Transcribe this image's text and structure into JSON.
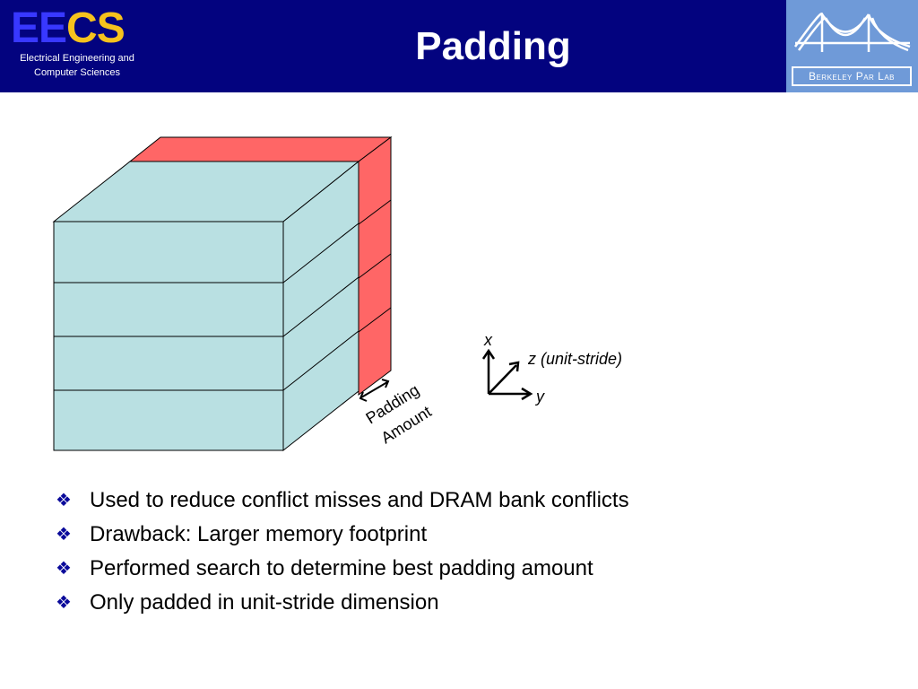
{
  "header": {
    "logo_ee": "EE",
    "logo_cs": "CS",
    "logo_subtitle_line1": "Electrical Engineering and",
    "logo_subtitle_line2": "Computer Sciences",
    "title": "Padding",
    "parlab_label": "Berkeley Par Lab"
  },
  "diagram": {
    "padding_label_line1": "Padding",
    "padding_label_line2": "Amount",
    "axis_x": "x",
    "axis_z": "z (unit-stride)",
    "axis_y": "y",
    "colors": {
      "cube": "#b9e0e2",
      "padding": "#ff6666",
      "background": "#03037f"
    }
  },
  "bullets": [
    {
      "glyph": "❖",
      "text": "Used to reduce conflict misses and DRAM bank conflicts"
    },
    {
      "glyph": "❖",
      "text": "Drawback: Larger memory footprint"
    },
    {
      "glyph": "❖",
      "text": "Performed search to determine best padding amount"
    },
    {
      "glyph": "❖",
      "text": "Only padded in unit-stride dimension"
    }
  ]
}
